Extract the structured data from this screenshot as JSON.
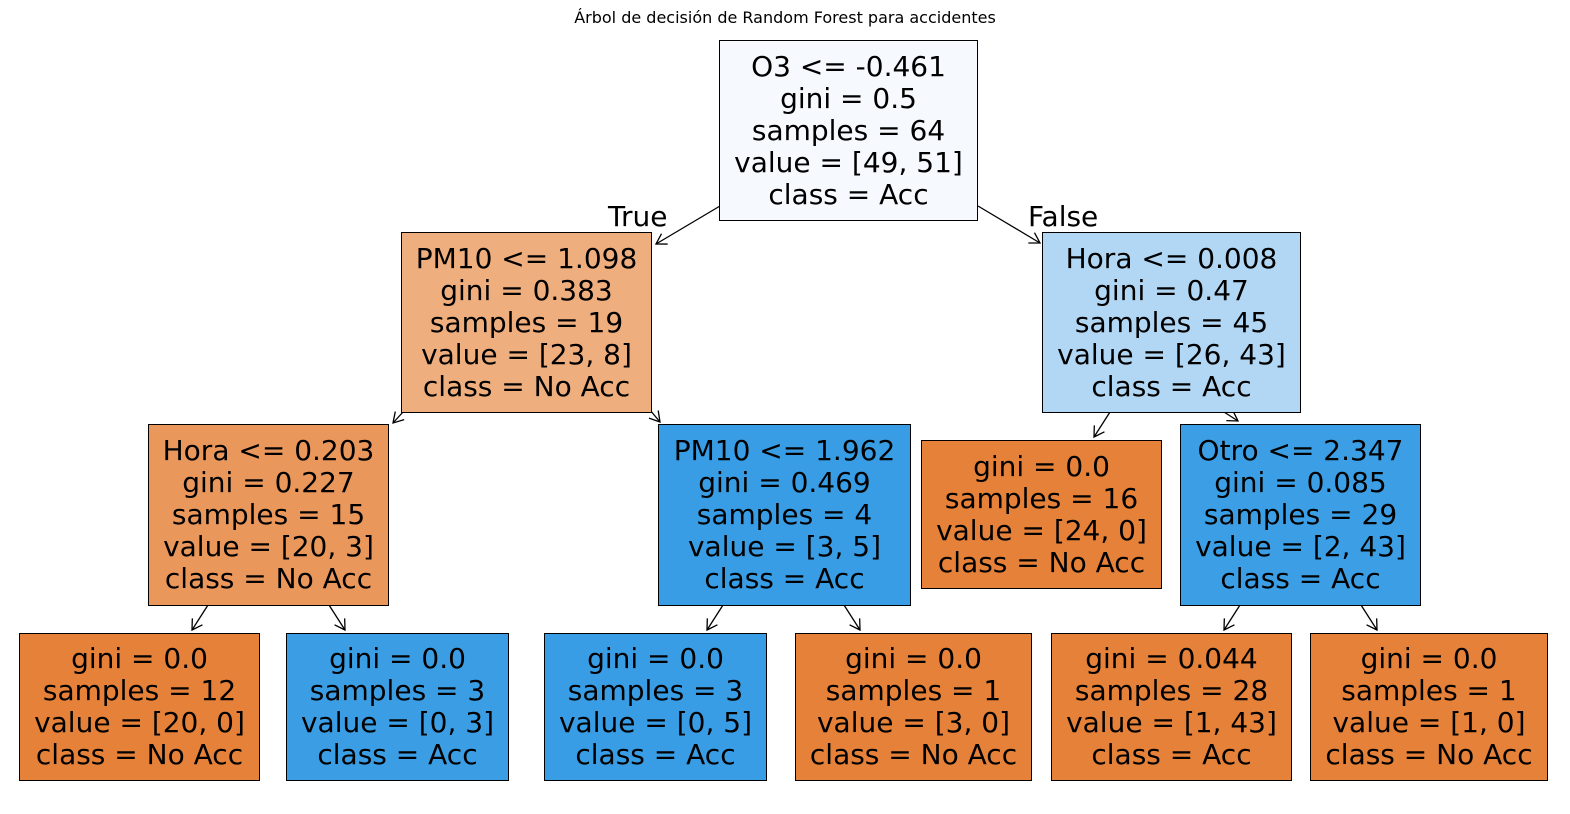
{
  "title": "Árbol de decisión de Random Forest para accidentes",
  "edge_labels": {
    "left": "True",
    "right": "False"
  },
  "colors": {
    "root": "#f6fafe",
    "n1": "#efae7d",
    "n2": "#b1d7f5",
    "n3": "#ea975c",
    "n4": "#e58139",
    "n5": "#3b9ee5",
    "n6": "#399de5",
    "n7": "#399de5",
    "n8": "#e58139",
    "n9": "#e58139",
    "n10": "#3c9fe5",
    "n11": "#e58139",
    "n12": "#e58139"
  },
  "nodes": {
    "root": {
      "rule": "O3 <= -0.461",
      "gini": "gini = 0.5",
      "samples": "samples = 64",
      "value": "value = [49, 51]",
      "class": "class = Acc"
    },
    "n1": {
      "rule": "PM10 <= 1.098",
      "gini": "gini = 0.383",
      "samples": "samples = 19",
      "value": "value = [23, 8]",
      "class": "class = No Acc"
    },
    "n2": {
      "rule": "Hora <= 0.008",
      "gini": "gini = 0.47",
      "samples": "samples = 45",
      "value": "value = [26, 43]",
      "class": "class = Acc"
    },
    "n3": {
      "rule": "Hora <= 0.203",
      "gini": "gini = 0.227",
      "samples": "samples = 15",
      "value": "value = [20, 3]",
      "class": "class = No Acc"
    },
    "n4": {
      "gini": "gini = 0.0",
      "samples": "samples = 12",
      "value": "value = [20, 0]",
      "class": "class = No Acc"
    },
    "n5": {
      "gini": "gini = 0.0",
      "samples": "samples = 3",
      "value": "value = [0, 3]",
      "class": "class = Acc"
    },
    "n6": {
      "rule": "PM10 <= 1.962",
      "gini": "gini = 0.469",
      "samples": "samples = 4",
      "value": "value = [3, 5]",
      "class": "class = Acc"
    },
    "n7": {
      "gini": "gini = 0.0",
      "samples": "samples = 3",
      "value": "value = [0, 5]",
      "class": "class = Acc"
    },
    "n8": {
      "gini": "gini = 0.0",
      "samples": "samples = 1",
      "value": "value = [3, 0]",
      "class": "class = No Acc"
    },
    "n9": {
      "gini": "gini = 0.0",
      "samples": "samples = 16",
      "value": "value = [24, 0]",
      "class": "class = No Acc"
    },
    "n10": {
      "rule": "Otro <= 2.347",
      "gini": "gini = 0.085",
      "samples": "samples = 29",
      "value": "value = [2, 43]",
      "class": "class = Acc"
    },
    "n11": {
      "gini": "gini = 0.044",
      "samples": "samples = 28",
      "value": "value = [1, 43]",
      "class": "class = Acc"
    },
    "n12": {
      "gini": "gini = 0.0",
      "samples": "samples = 1",
      "value": "value = [1, 0]",
      "class": "class = No Acc"
    }
  }
}
